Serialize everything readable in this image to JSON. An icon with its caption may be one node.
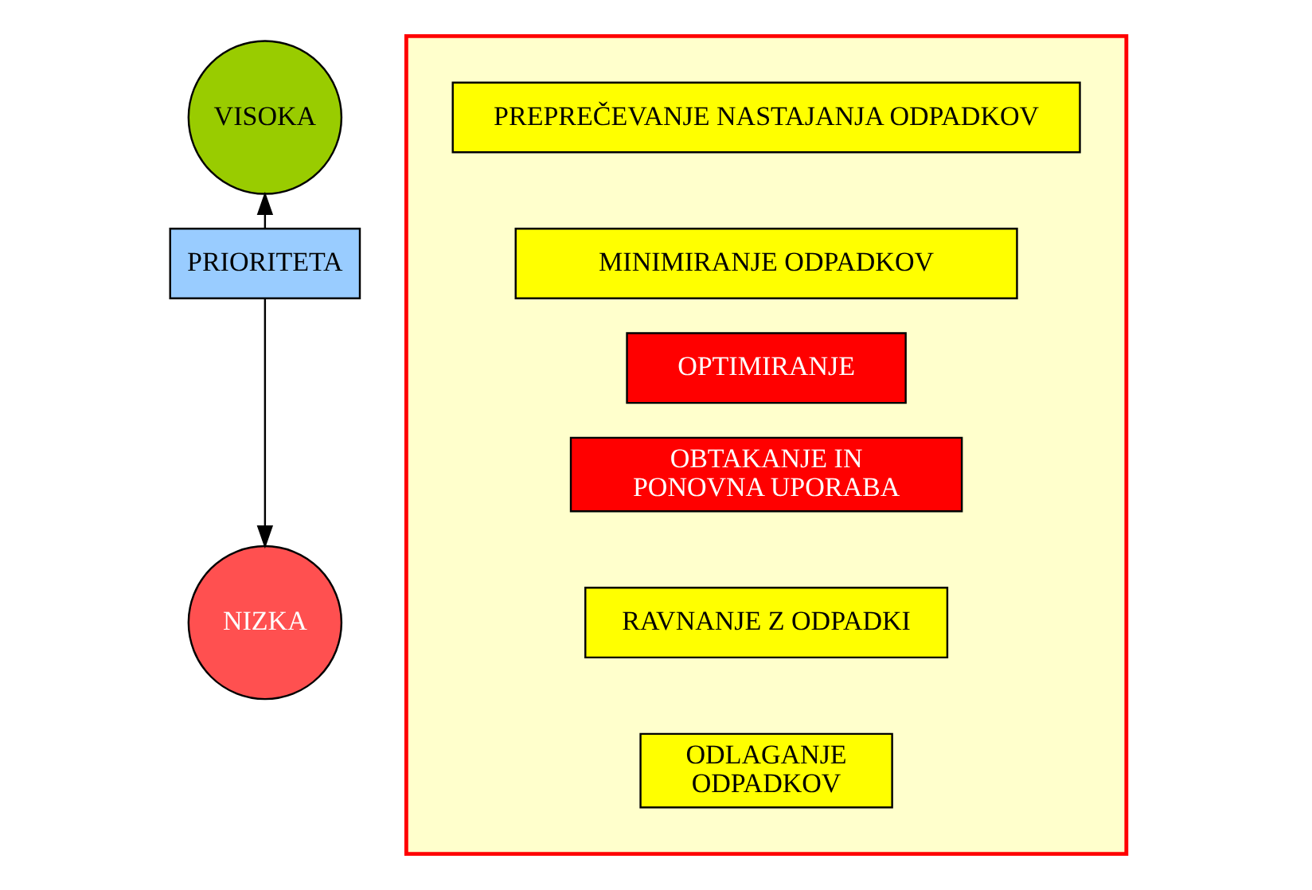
{
  "diagram": {
    "nodes": [
      {
        "text": [
          "VISOKA"
        ]
      },
      {
        "text": [
          "PRIORITETA"
        ]
      },
      {
        "text": [
          "NIZKA"
        ]
      },
      {
        "text": [],
        "shape": "triangle"
      },
      {
        "text": [
          "PREPREČEVANJE NASTAJANJA ODPADKOV"
        ],
        "in": 3
      },
      {
        "text": [
          "MINIMIRANJE ODPADKOV"
        ],
        "in": 3
      },
      {
        "text": [
          "OPTIMIRANJE"
        ],
        "in": 3
      },
      {
        "text": [
          "OBTAKANJE IN PONOVNA UPORABA"
        ],
        "in": 3
      },
      {
        "text": [
          "RAVNANJE Z ODPADKI"
        ],
        "in": 3
      },
      {
        "text": [
          "ODLAGANJE ODPADKOV"
        ],
        "in": 3
      }
    ],
    "edges": [
      {
        "from": 1,
        "to": 0,
        "arrow": "to"
      },
      {
        "from": 1,
        "to": 2,
        "arrow": "to"
      }
    ]
  }
}
